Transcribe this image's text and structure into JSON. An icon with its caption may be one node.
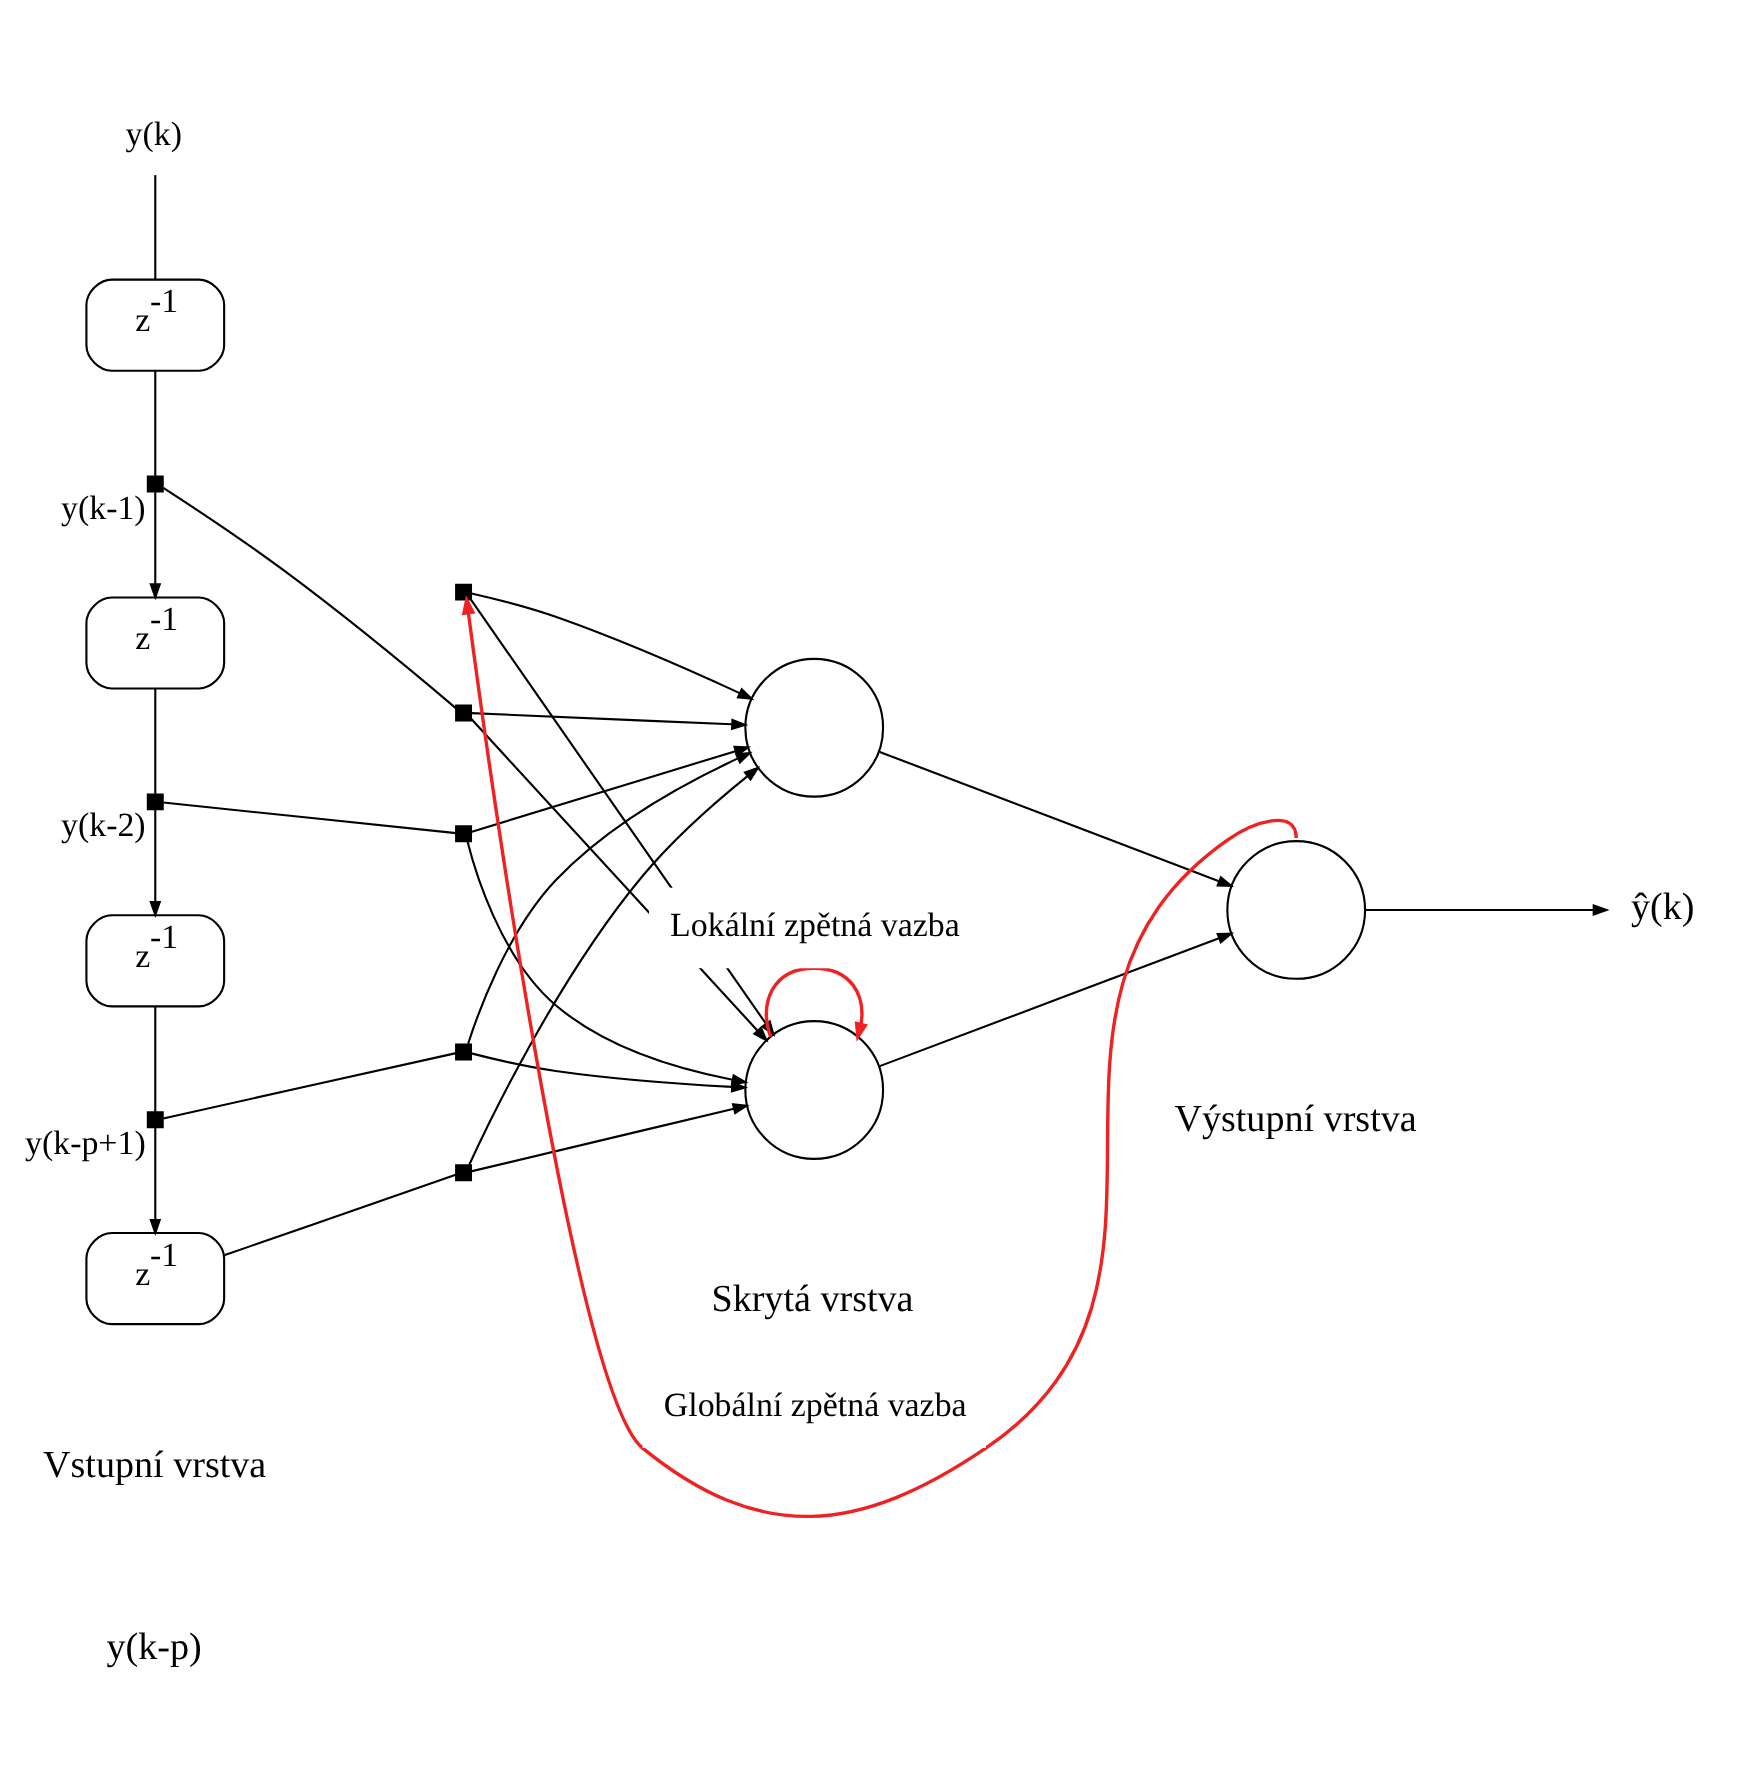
{
  "diagram": {
    "nodes": [
      {
        "text": [
          "y(k)"
        ]
      },
      {
        "text": [
          "z$^{-1}$"
        ]
      },
      {
        "text": [],
        "shape": "box",
        "beside": [
          "y(k-1)"
        ]
      },
      {
        "text": [
          "z$^{-1}$"
        ]
      },
      {
        "text": [],
        "shape": "box",
        "beside": [
          "y(k-2)"
        ]
      },
      {
        "text": [
          "z$^{-1}$"
        ]
      },
      {
        "text": [],
        "shape": "box",
        "beside": [
          "y(k-p+1)"
        ]
      },
      {
        "text": [
          "z$^{-1}$"
        ]
      },
      {
        "text": [],
        "shape": "box"
      },
      {
        "text": [],
        "shape": "box"
      },
      {
        "text": [],
        "shape": "box"
      },
      {
        "text": [],
        "shape": "box"
      },
      {
        "text": [],
        "shape": "box"
      },
      {
        "text": [],
        "shape": "circle"
      },
      {
        "text": [],
        "shape": "circle"
      },
      {
        "text": [],
        "shape": "circle"
      },
      {
        "text": [
          "ŷ(k)"
        ]
      }
    ],
    "edges": [
      {
        "from": 0,
        "to": 1,
        "arrow": "none"
      },
      {
        "from": 1,
        "to": 2,
        "arrow": "none"
      },
      {
        "from": 2,
        "to": 3,
        "arrow": "to"
      },
      {
        "from": 3,
        "to": 4,
        "arrow": "none"
      },
      {
        "from": 4,
        "to": 5,
        "arrow": "to"
      },
      {
        "from": 5,
        "to": 6,
        "arrow": "none"
      },
      {
        "from": 6,
        "to": 7,
        "arrow": "to"
      },
      {
        "from": 2,
        "to": 9,
        "arrow": "none"
      },
      {
        "from": 4,
        "to": 10,
        "arrow": "none"
      },
      {
        "from": 6,
        "to": 11,
        "arrow": "none"
      },
      {
        "from": 7,
        "to": 12,
        "arrow": "none"
      },
      {
        "from": 8,
        "to": 13,
        "arrow": "to"
      },
      {
        "from": 8,
        "to": 14,
        "arrow": "to"
      },
      {
        "from": 9,
        "to": 13,
        "arrow": "to"
      },
      {
        "from": 9,
        "to": 14,
        "arrow": "to"
      },
      {
        "from": 10,
        "to": 13,
        "arrow": "to"
      },
      {
        "from": 10,
        "to": 14,
        "arrow": "to"
      },
      {
        "from": 11,
        "to": 13,
        "arrow": "to"
      },
      {
        "from": 11,
        "to": 14,
        "arrow": "to"
      },
      {
        "from": 12,
        "to": 13,
        "arrow": "to"
      },
      {
        "from": 12,
        "to": 14,
        "arrow": "to"
      },
      {
        "from": 13,
        "to": 15,
        "arrow": "to"
      },
      {
        "from": 14,
        "to": 15,
        "arrow": "to"
      },
      {
        "from": 15,
        "to": 16,
        "arrow": "to"
      },
      {
        "from": 15,
        "to": 8,
        "arrow": "to",
        "label": "Globální zpětná vazba",
        "color": "#ee2222"
      },
      {
        "from": 14,
        "to": 14,
        "arrow": "to",
        "label": "Lokální zpětná vazba",
        "color": "#ee2222"
      }
    ],
    "labels": [
      "Vstupní vrstva",
      "Skrytá vrstva",
      "Výstupní vrstva",
      "y(k-p)"
    ]
  }
}
